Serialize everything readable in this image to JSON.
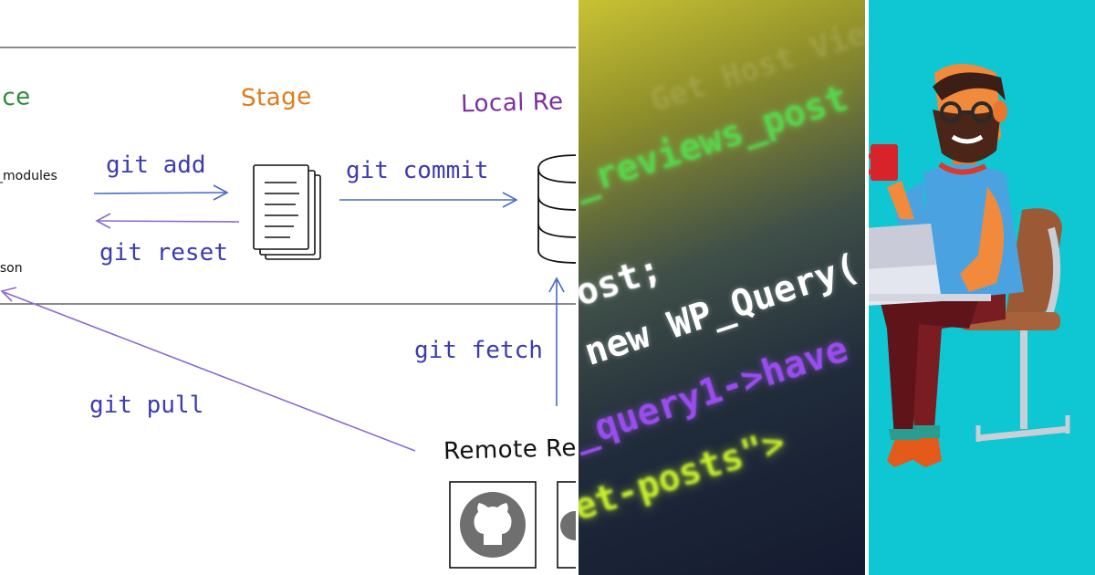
{
  "diagram": {
    "labels": {
      "workspace": "ace",
      "stage": "Stage",
      "local_repo": "Local Re",
      "remote_repo": "Remote Re"
    },
    "files": {
      "node_modules": "_modules",
      "json": "json"
    },
    "commands": {
      "add": "git add",
      "reset": "git reset",
      "commit": "git commit",
      "fetch": "git fetch",
      "pull": "git pull"
    },
    "colors": {
      "workspace": "#2e8b3a",
      "stage": "#e07b1a",
      "local_repo": "#7b2fa0",
      "command": "#3d3bb0",
      "arrow": "#4a6bc4",
      "arrow_back": "#8a6bd0"
    },
    "icons": [
      "github-icon",
      "gitlab-icon",
      "document-stack-icon",
      "database-icon"
    ]
  },
  "code": {
    "lines": [
      "Get Host View",
      "_reviews_post",
      "ost;",
      "new WP_Query(",
      "_query1->have",
      "et-posts\">"
    ]
  },
  "illustration": {
    "icons": [
      "developer-illustration",
      "coffee-mug-icon",
      "laptop-icon",
      "office-chair-icon"
    ],
    "background": "#0ec7d2"
  }
}
